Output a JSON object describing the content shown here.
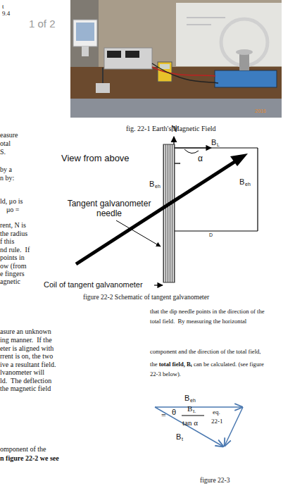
{
  "diagram": {
    "labels": [
      "t",
      "9.4",
      "1 of 2",
      "2016",
      "fig. 22-1 Earth's Magnetic Field",
      "easure",
      "otal",
      "S.",
      "by a",
      "n by:",
      "ld, μo is",
      "μo =",
      "rent, N is",
      "the radius",
      "f this",
      "nd rule.  If",
      "points in",
      "ow (from",
      "e fingers",
      "agnetic",
      "View from above",
      "N",
      "B",
      "L",
      "α",
      "B",
      "eh",
      "B",
      "eh",
      "D",
      "Tangent galvanometer needle",
      "Coil of tangent galvanometer",
      "figure 22-2 Schematic of tangent galvanometer",
      "asure an unknown",
      "ing manner.  If the",
      "eter is aligned with",
      "rrent is on, the two",
      "ive a resultant field.",
      "lvanometer will",
      "ld.  The deflection",
      "the magnetic field",
      "that the dip needle points in the direction of the",
      "total field.  By measuring the horizontal",
      "component and the direction of the total field,",
      "the ",
      "total field, B",
      "t",
      " can be calculated. (see figure",
      "22-3 below).",
      "=",
      "B",
      "L",
      "tan α",
      "eq.",
      "22-1",
      "omponent of the",
      "n figure 22-2 we see",
      "B",
      "eh",
      "θ",
      "B",
      "t",
      "figure 22-3"
    ]
  }
}
